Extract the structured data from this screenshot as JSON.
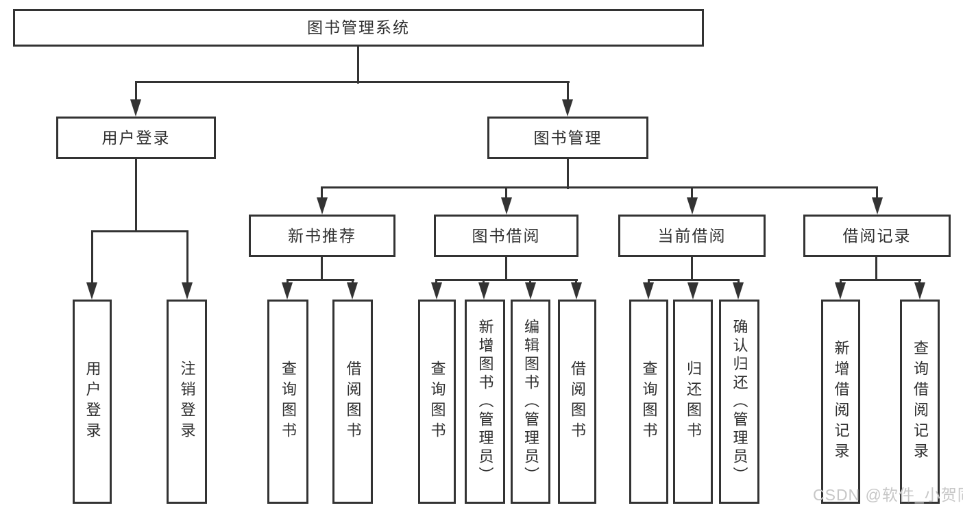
{
  "tree": {
    "root": {
      "label": "图书管理系统"
    },
    "children": [
      {
        "label": "用户登录",
        "children": [
          {
            "label": "用户登录"
          },
          {
            "label": "注销登录"
          }
        ]
      },
      {
        "label": "图书管理",
        "children": [
          {
            "label": "新书推荐",
            "children": [
              {
                "label": "查询图书"
              },
              {
                "label": "借阅图书"
              }
            ]
          },
          {
            "label": "图书借阅",
            "children": [
              {
                "label": "查询图书"
              },
              {
                "label": "新增图书（管理员）"
              },
              {
                "label": "编辑图书（管理员）"
              },
              {
                "label": "借阅图书"
              }
            ]
          },
          {
            "label": "当前借阅",
            "children": [
              {
                "label": "查询图书"
              },
              {
                "label": "归还图书"
              },
              {
                "label": "确认归还（管理员）"
              }
            ]
          },
          {
            "label": "借阅记录",
            "children": [
              {
                "label": "新增借阅记录"
              },
              {
                "label": "查询借阅记录"
              }
            ]
          }
        ]
      }
    ]
  },
  "watermark": {
    "text": "CSDN @软件_小贺同学",
    "color": "#c7c7c7"
  },
  "colors": {
    "line": "#333333",
    "text": "#2f2f2f",
    "background": "#ffffff"
  }
}
